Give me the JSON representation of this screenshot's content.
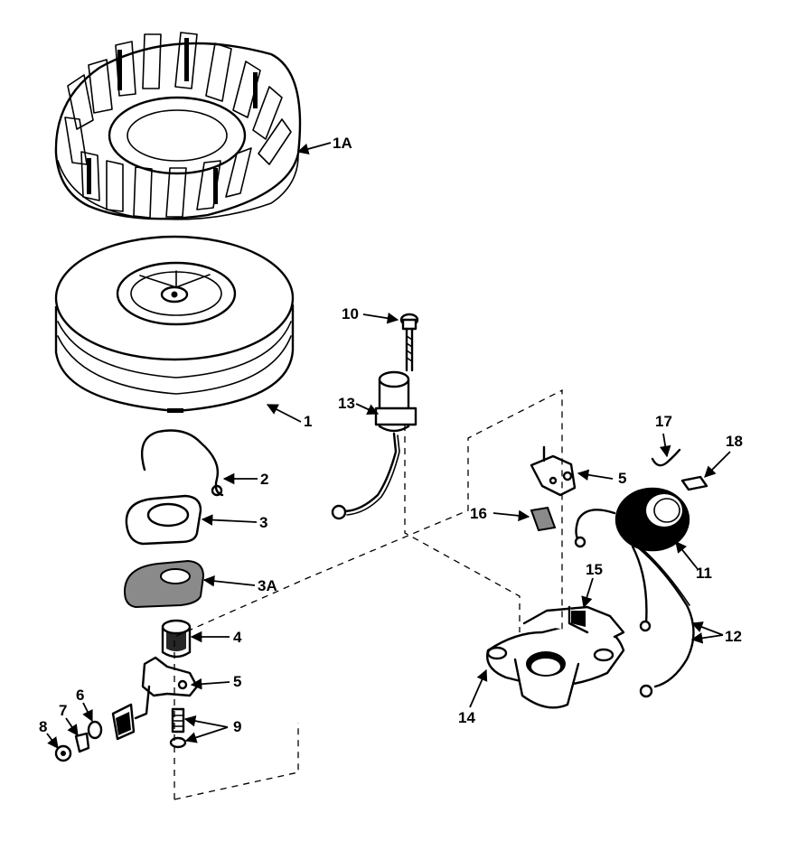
{
  "callouts": {
    "c1A": "1A",
    "c1": "1",
    "c2": "2",
    "c3": "3",
    "c3A": "3A",
    "c4": "4",
    "c5a": "5",
    "c5b": "5",
    "c6": "6",
    "c7": "7",
    "c8": "8",
    "c9": "9",
    "c10": "10",
    "c11": "11",
    "c12": "12",
    "c13": "13",
    "c14": "14",
    "c15": "15",
    "c16": "16",
    "c17": "17",
    "c18": "18"
  }
}
